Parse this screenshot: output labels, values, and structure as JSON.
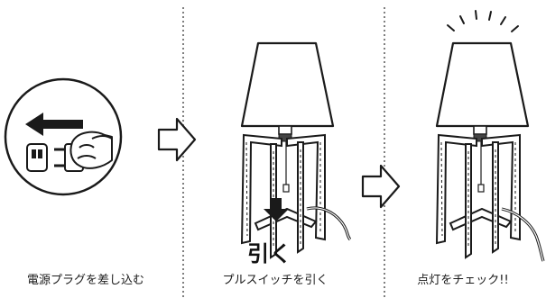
{
  "steps": [
    {
      "caption": "電源プラグを差し込む",
      "icons": [
        "left-arrow-icon",
        "power-plug-icon",
        "hand-icon"
      ]
    },
    {
      "caption": "プルスイッチを引く",
      "action_label": "引く",
      "icons": [
        "table-lamp-icon",
        "down-arrow-icon"
      ]
    },
    {
      "caption": "点灯をチェック!!",
      "icons": [
        "lit-table-lamp-icon",
        "light-rays-icon"
      ]
    }
  ],
  "transition_icon": "right-outline-arrow-icon",
  "colors": {
    "line": "#1a1a1a",
    "divider": "#555555",
    "background": "#ffffff"
  }
}
